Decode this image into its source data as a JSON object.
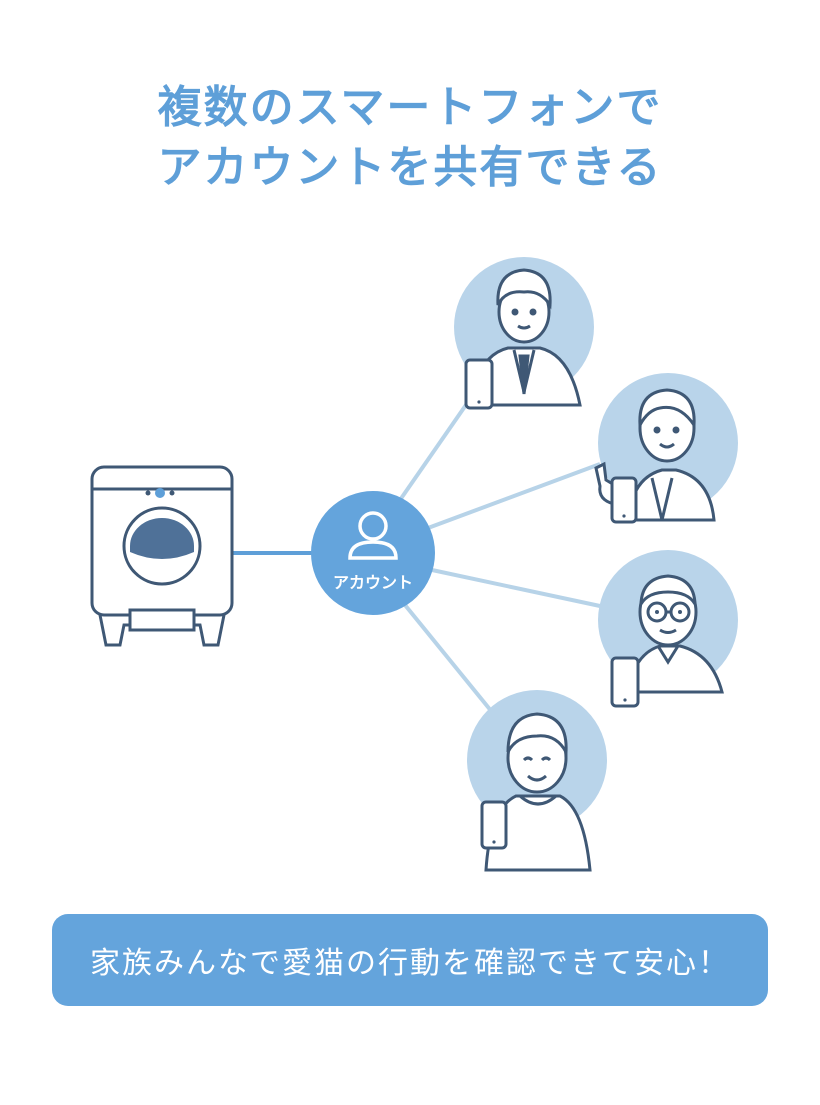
{
  "title": {
    "line1": "複数のスマートフォンで",
    "line2": "アカウントを共有できる"
  },
  "diagram": {
    "hub_label": "アカウント",
    "device_icon": "cat-litter-box-icon",
    "hub_icon": "user-account-icon",
    "members": [
      {
        "icon": "man-in-suit-with-phone-icon"
      },
      {
        "icon": "woman-pointing-with-phone-icon"
      },
      {
        "icon": "elderly-man-with-glasses-phone-icon"
      },
      {
        "icon": "smiling-person-with-phone-icon"
      }
    ]
  },
  "banner": {
    "text": "家族みんなで愛猫の行動を確認できて安心！"
  },
  "colors": {
    "accent": "#5e9fd8",
    "hub": "#64a4dc",
    "connector": "#b7d3e8",
    "avatar_bg": "#b9d4ea",
    "line_art": "#3f5875"
  }
}
